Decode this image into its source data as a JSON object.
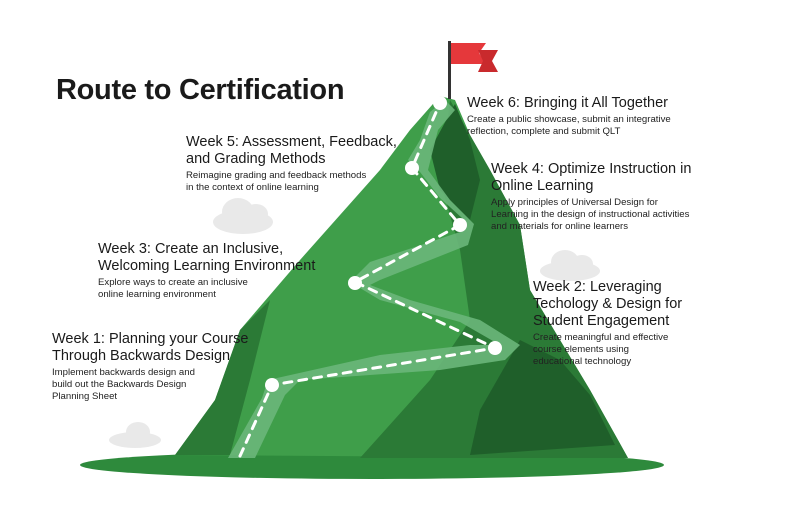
{
  "title": "Route to Certification",
  "colors": {
    "mountain_light": "#3f9e4a",
    "mountain_dark": "#2b7a36",
    "mountain_shadow": "#1f5f2a",
    "path_band": "#6ab67a",
    "ground": "#2e8a3c",
    "flag": "#e5383b",
    "cloud": "#e9e9e9",
    "trail": "#ffffff"
  },
  "steps": [
    {
      "week": "week-1",
      "heading": [
        "Week 1: Planning your Course",
        "Through Backwards Design"
      ],
      "description": [
        "Implement backwards design and",
        "build out the Backwards Design",
        "Planning Sheet"
      ]
    },
    {
      "week": "week-2",
      "heading": [
        "Week 2: Leveraging",
        "Techology & Design for",
        "Student Engagement"
      ],
      "description": [
        "Create meaningful and effective",
        "course elements using",
        "educational technology"
      ]
    },
    {
      "week": "week-3",
      "heading": [
        "Week 3: Create an Inclusive,",
        "Welcoming Learning Environment"
      ],
      "description": [
        "Explore ways to create an inclusive",
        "online learning environment"
      ]
    },
    {
      "week": "week-4",
      "heading": [
        "Week 4: Optimize Instruction in",
        "Online Learning"
      ],
      "description": [
        "Apply principles of Universal Design for",
        "Learning in the design of instructional activities",
        "and materials for online learners"
      ]
    },
    {
      "week": "week-5",
      "heading": [
        "Week 5: Assessment, Feedback,",
        "and Grading Methods"
      ],
      "description": [
        "Reimagine grading and feedback methods",
        "in the context of online learning"
      ]
    },
    {
      "week": "week-6",
      "heading": [
        "Week 6: Bringing it All Together"
      ],
      "description": [
        "Create a public showcase, submit an integrative",
        "reflection, complete and submit QLT"
      ]
    }
  ]
}
